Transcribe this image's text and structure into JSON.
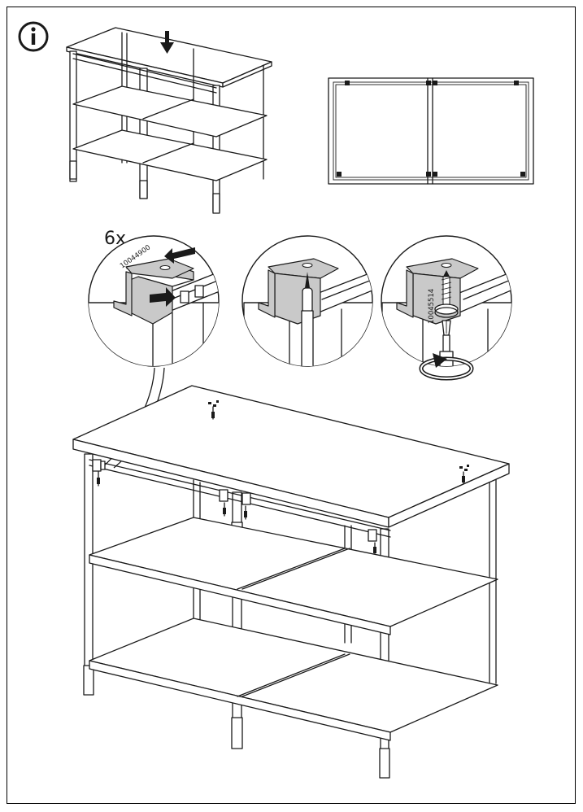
{
  "step": {
    "info_icon": "info-circle-icon",
    "quantity_label": "6x",
    "part_numbers": {
      "bracket": "10044900",
      "screw": "10045514"
    }
  },
  "icons": {
    "down_arrow": "arrow-down-icon",
    "push_arrow": "arrow-right-icon",
    "rotate": "rotate-clockwise-icon",
    "screwdriver": "screwdriver-icon"
  },
  "colors": {
    "line": "#1a1a1a",
    "part_fill": "#c9c9c9",
    "background": "#ffffff"
  }
}
